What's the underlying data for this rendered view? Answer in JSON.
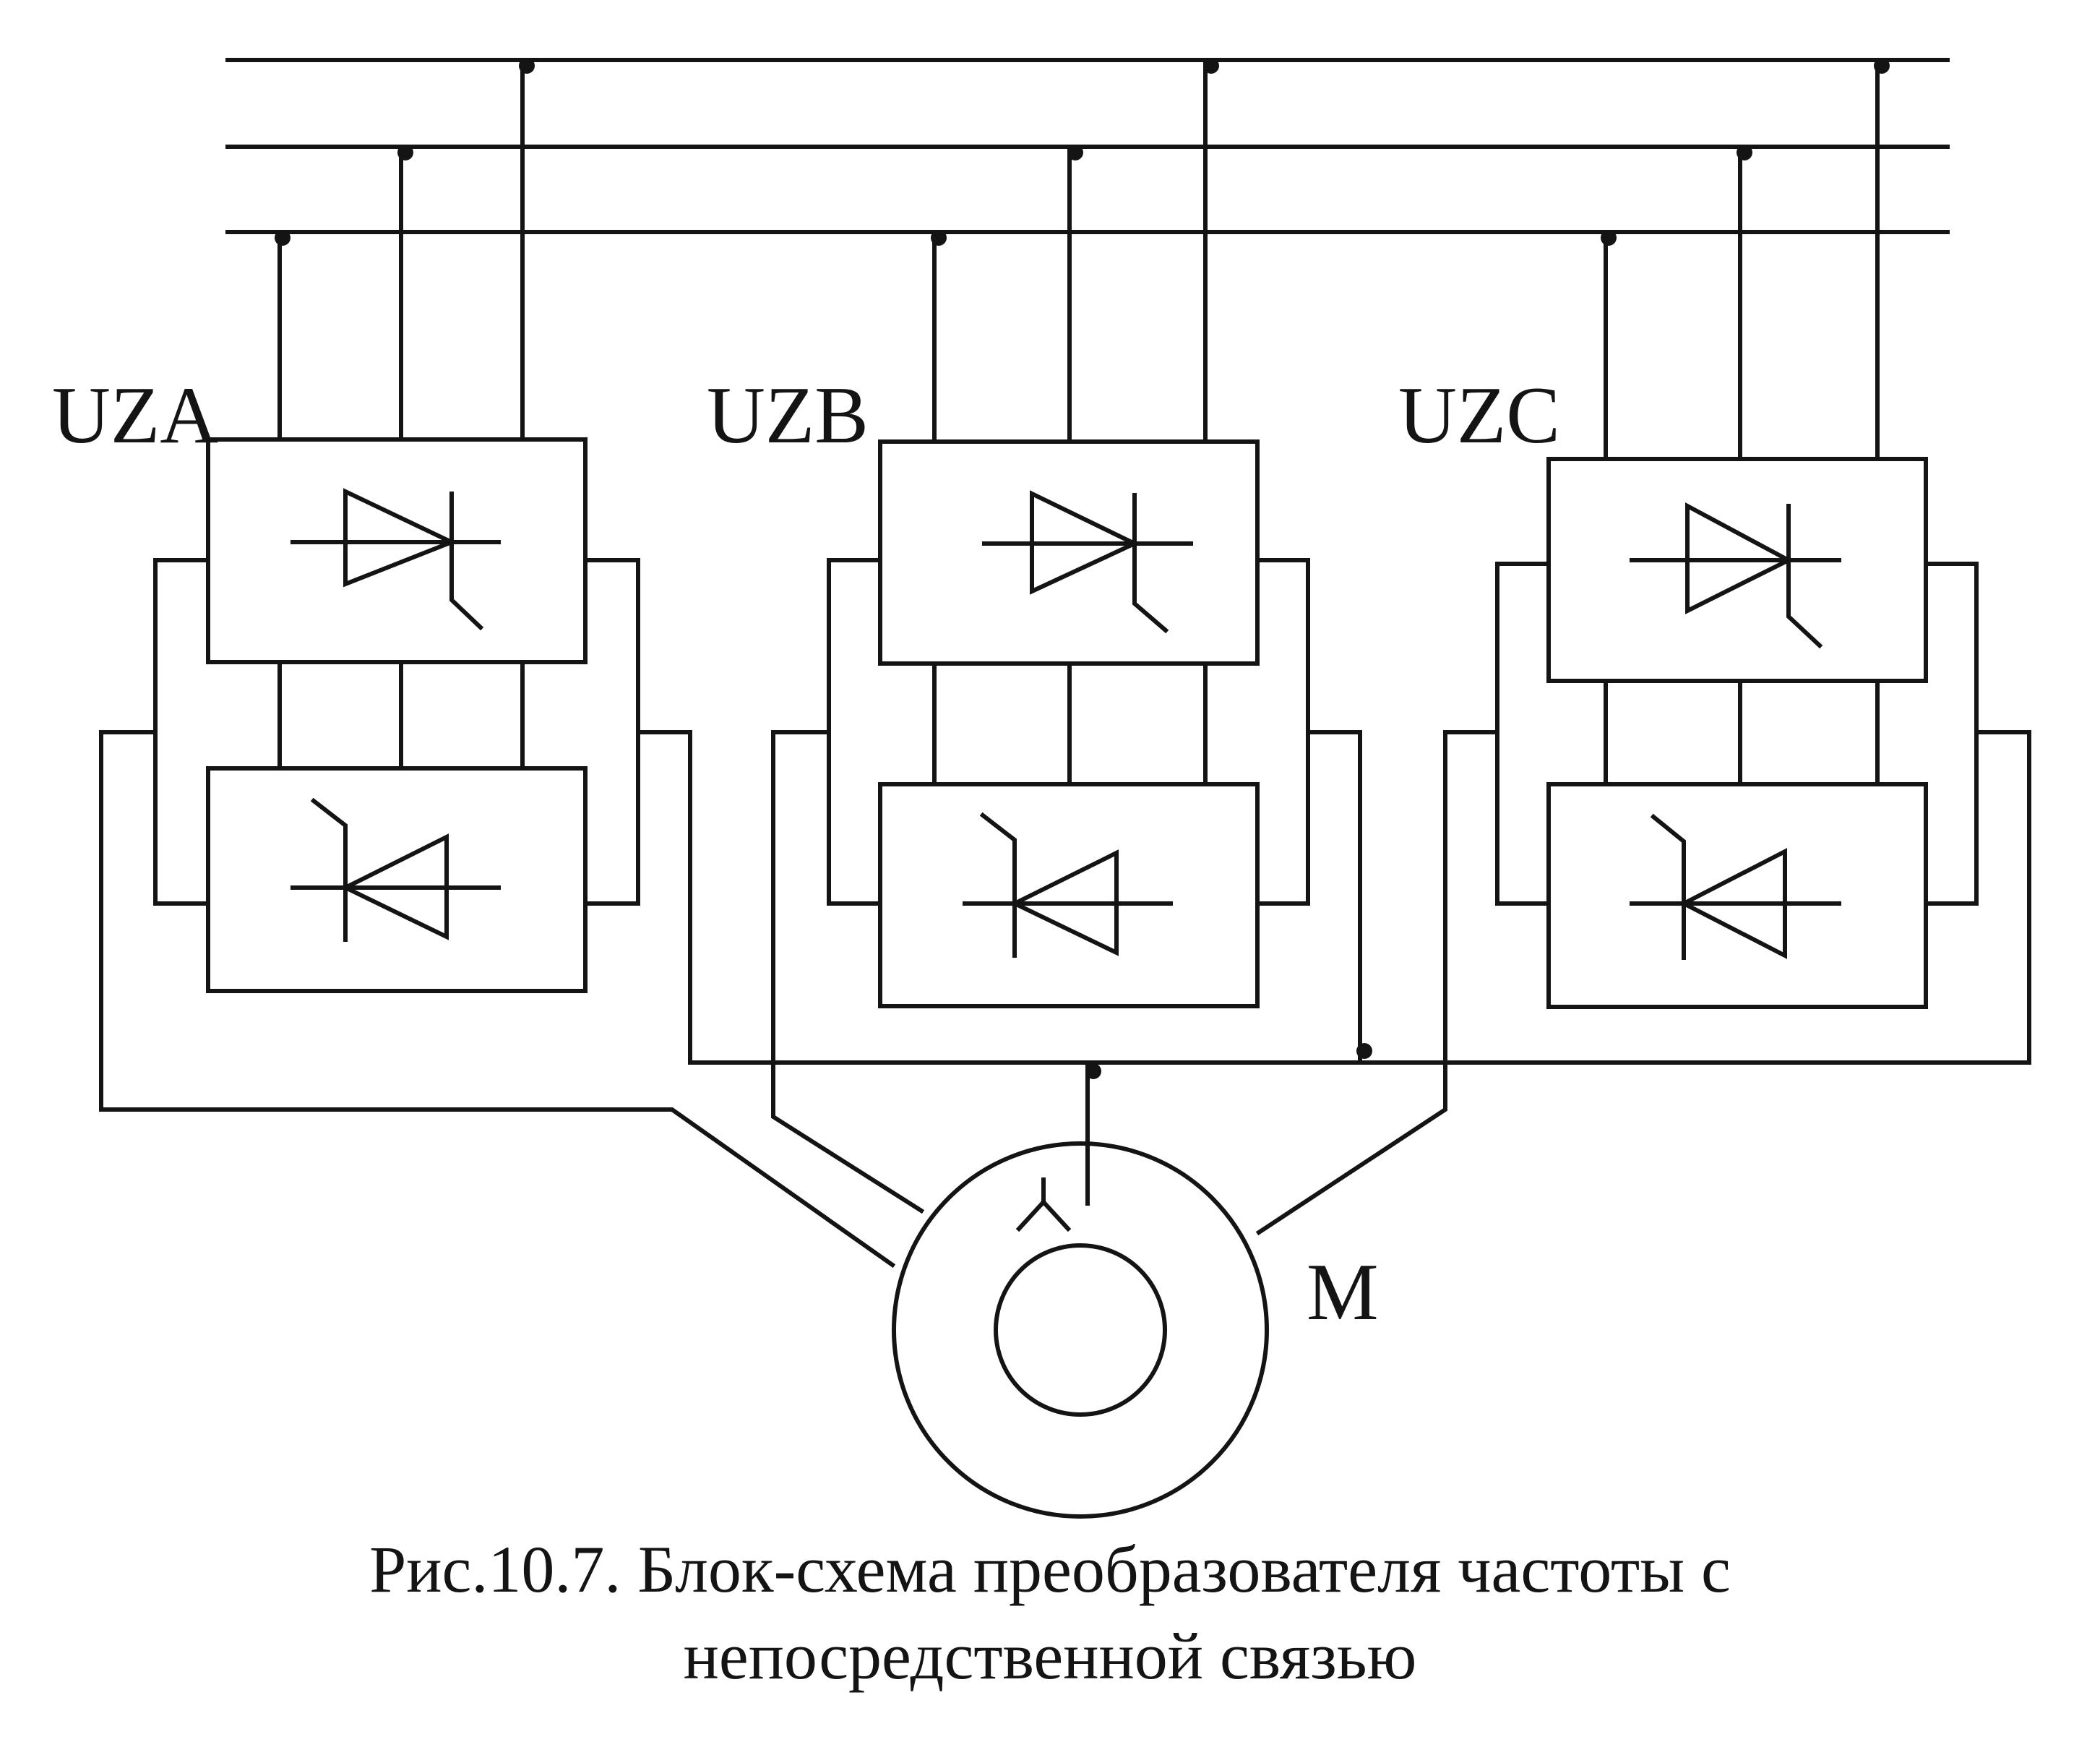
{
  "labels": {
    "uza": "UZA",
    "uzb": "UZB",
    "uzc": "UZC",
    "motor": "M"
  },
  "caption": {
    "line1": "Рис.10.7. Блок-схема преобразователя частоты с",
    "line2": "непосредственной связью"
  },
  "colors": {
    "ink": "#141414",
    "paper": "#ffffff"
  }
}
